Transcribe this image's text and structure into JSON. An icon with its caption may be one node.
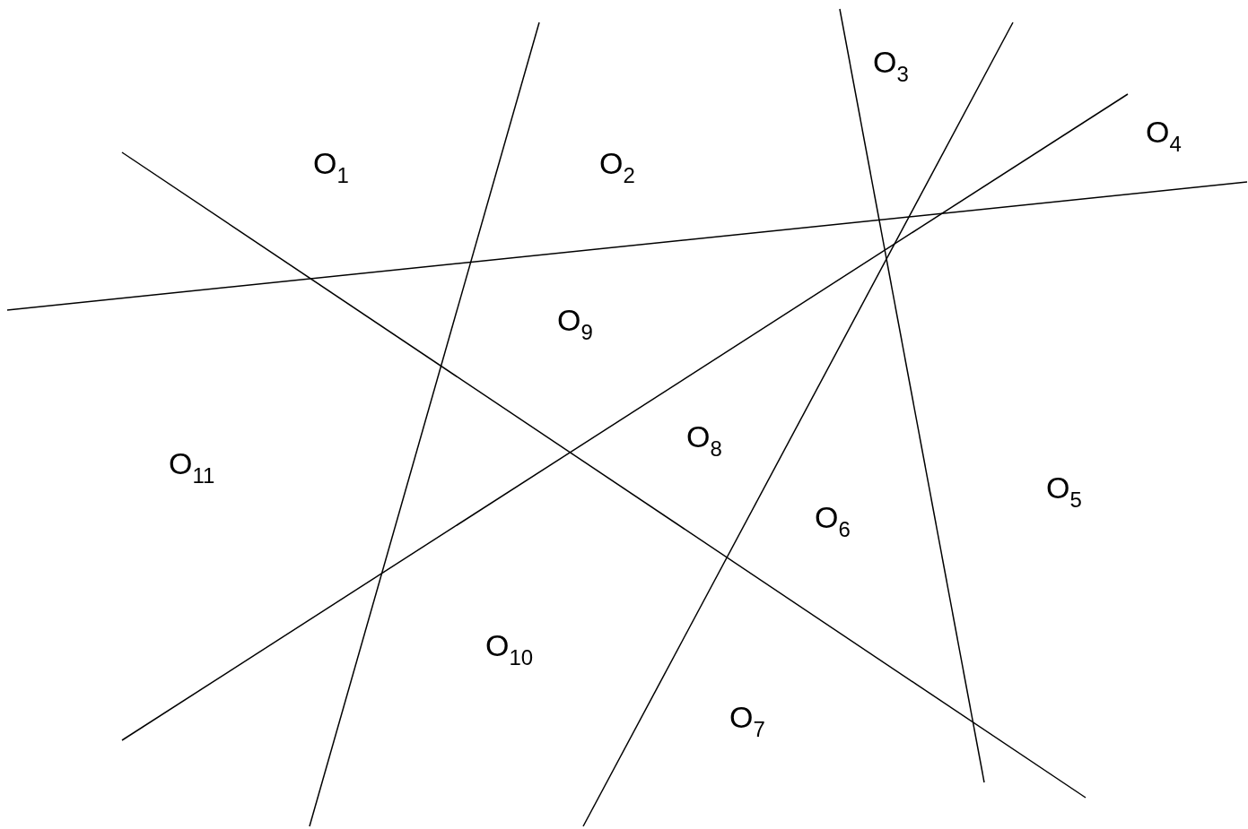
{
  "diagram": {
    "labels": [
      "O$_{3}$",
      "O$_{4}$",
      "O$_{1}$",
      "O$_{2}$",
      "O$_{9}$",
      "O$_{8}$",
      "O$_{11}$",
      "O$_{5}$",
      "O$_{6}$",
      "O$_{10}$",
      "O$_{7}$"
    ]
  }
}
